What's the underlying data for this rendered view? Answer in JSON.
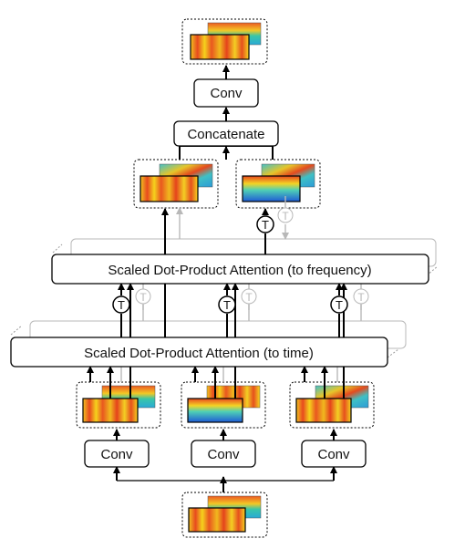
{
  "labels": {
    "top_conv": "Conv",
    "concatenate": "Concatenate",
    "attention_frequency": "Scaled Dot-Product Attention (to frequency)",
    "attention_time": "Scaled Dot-Product Attention (to time)",
    "conv_left": "Conv",
    "conv_center": "Conv",
    "conv_right": "Conv",
    "transpose_symbol": "T"
  },
  "colors": {
    "primary_stroke": "#000000",
    "ghost_stroke": "#b8b8b8",
    "spectrogram_warm": "#e83b1c",
    "spectrogram_mid": "#f5d21c",
    "spectrogram_cool": "#25b7c8",
    "spectrogram_blue": "#1e5bd6"
  }
}
